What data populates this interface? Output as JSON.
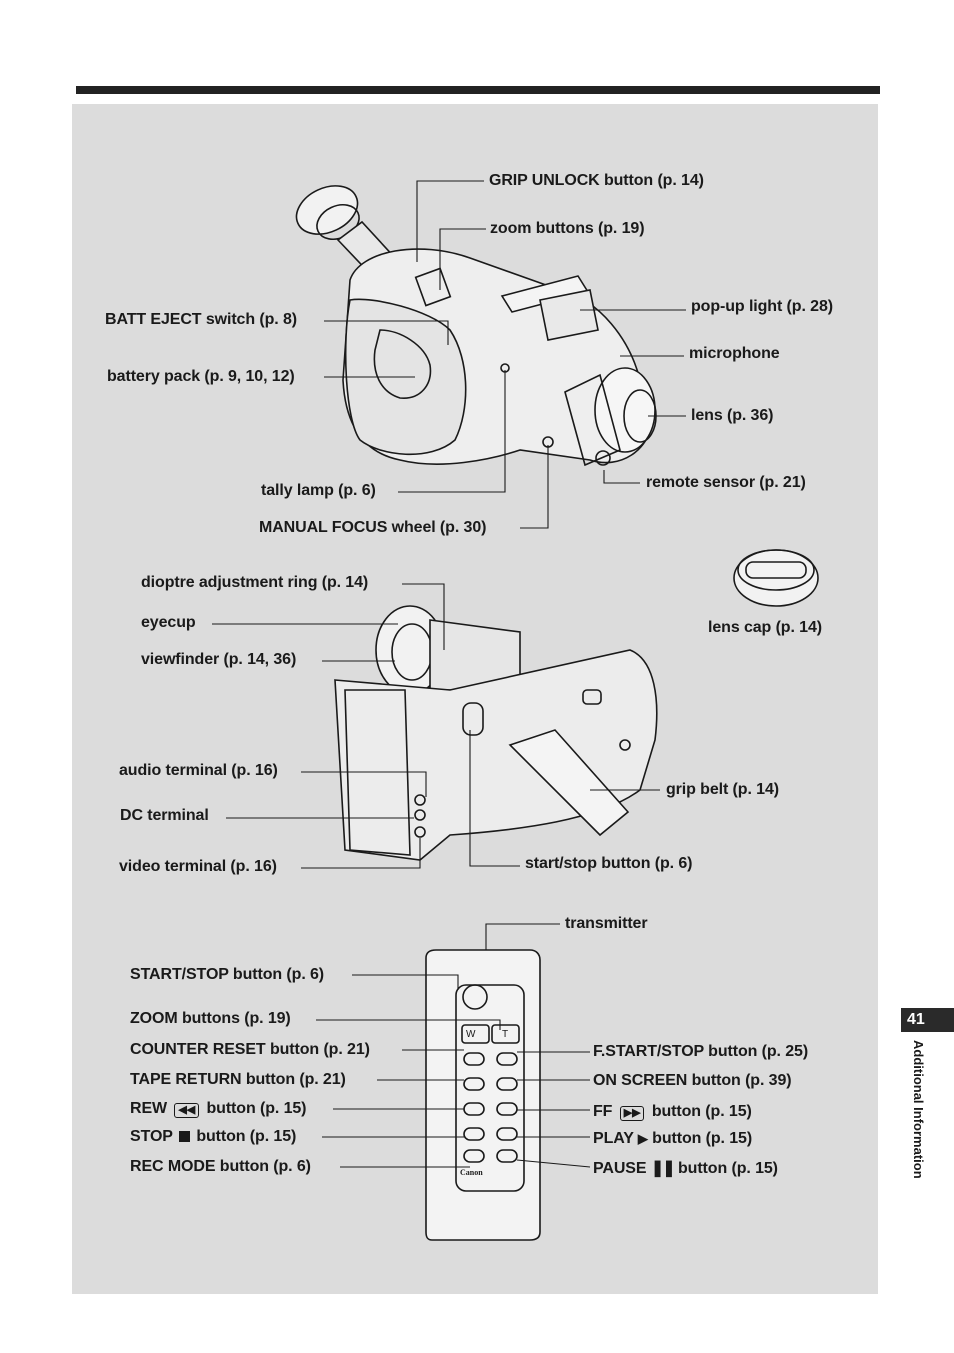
{
  "page": {
    "number": "41",
    "section": "Additional Information"
  },
  "camcorder_top": {
    "grip_unlock": "GRIP UNLOCK button (p. 14)",
    "zoom_buttons": "zoom buttons (p. 19)",
    "batt_eject": "BATT EJECT switch (p. 8)",
    "battery_pack": "battery pack (p. 9, 10, 12)",
    "popup_light": "pop-up light (p. 28)",
    "microphone": "microphone",
    "lens": "lens (p. 36)",
    "remote_sensor": "remote sensor (p. 21)",
    "tally_lamp": "tally lamp (p. 6)",
    "manual_focus": "MANUAL FOCUS wheel (p. 30)"
  },
  "camcorder_side": {
    "dioptre": "dioptre adjustment ring (p. 14)",
    "eyecup": "eyecup",
    "viewfinder": "viewfinder (p. 14, 36)",
    "lens_cap": "lens cap (p. 14)",
    "audio_terminal": "audio terminal (p. 16)",
    "dc_terminal": "DC terminal",
    "grip_belt": "grip belt (p. 14)",
    "video_terminal": "video terminal (p. 16)",
    "start_stop": "start/stop button (p. 6)"
  },
  "remote": {
    "transmitter": "transmitter",
    "start_stop": "START/STOP button (p. 6)",
    "zoom": "ZOOM buttons (p. 19)",
    "counter_reset": "COUNTER RESET button (p. 21)",
    "tape_return": "TAPE RETURN button (p. 21)",
    "rew_a": "REW",
    "rew_b": "button (p. 15)",
    "stop_a": "STOP",
    "stop_b": "button (p. 15)",
    "rec_mode": "REC MODE button (p. 6)",
    "fstart_stop": "F.START/STOP button (p. 25)",
    "on_screen": "ON SCREEN button (p. 39)",
    "ff_a": "FF",
    "ff_b": "button (p. 15)",
    "play_a": "PLAY",
    "play_b": "button (p. 15)",
    "pause_a": "PAUSE",
    "pause_b": "button (p. 15)",
    "zoom_w": "W",
    "zoom_t": "T",
    "brand": "Canon"
  }
}
